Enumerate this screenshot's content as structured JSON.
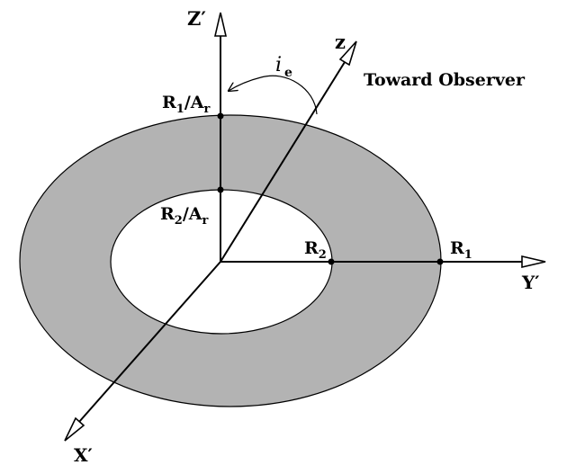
{
  "colors": {
    "ring_fill": "#b3b3b3",
    "inner_fill": "#ffffff",
    "stroke": "#000000",
    "arrowhead_fill": "#ffffff"
  },
  "labels": {
    "z_prime": "Z′",
    "y_prime": "Y′",
    "x_prime": "X′",
    "z": "z",
    "toward_observer": "Toward Observer",
    "inclination_symbol": "i",
    "inclination_subscript": "e",
    "r1_over_ar": {
      "base": "R",
      "sub1": "1",
      "slash": "/A",
      "sub2": "r"
    },
    "r2_over_ar": {
      "base": "R",
      "sub1": "2",
      "slash": "/A",
      "sub2": "r"
    },
    "r1": {
      "base": "R",
      "sub": "1"
    },
    "r2": {
      "base": "R",
      "sub": "2"
    }
  },
  "icons": {
    "axis_arrowhead": "open-triangle-arrow-icon",
    "inclination_arc": "curved-arrow-icon",
    "marker_point": "dot-icon"
  }
}
